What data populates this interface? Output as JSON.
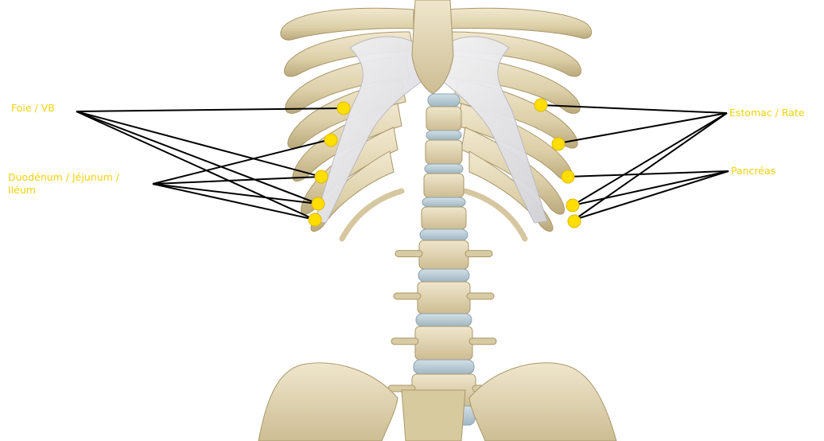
{
  "labels": {
    "foie_vb": "Foie / VB",
    "duodenum": "Duodénum / Jéjunum /\nIléum",
    "estomac_rate": "Estomac / Rate",
    "pancreas": "Pancréas"
  },
  "colors": {
    "label_text": "#f2d20a",
    "marker_fill": "#ffde00",
    "leader_line": "#000000",
    "bone_fill": "#e6dcc0",
    "bone_shadow": "#c9b98f",
    "cartilage_fill": "#e9e9ec",
    "disc_fill": "#b9cbd4"
  },
  "figure": {
    "subject": "anterior view of lower rib cage, lumbar spine and pelvis",
    "marker_count": 10
  }
}
